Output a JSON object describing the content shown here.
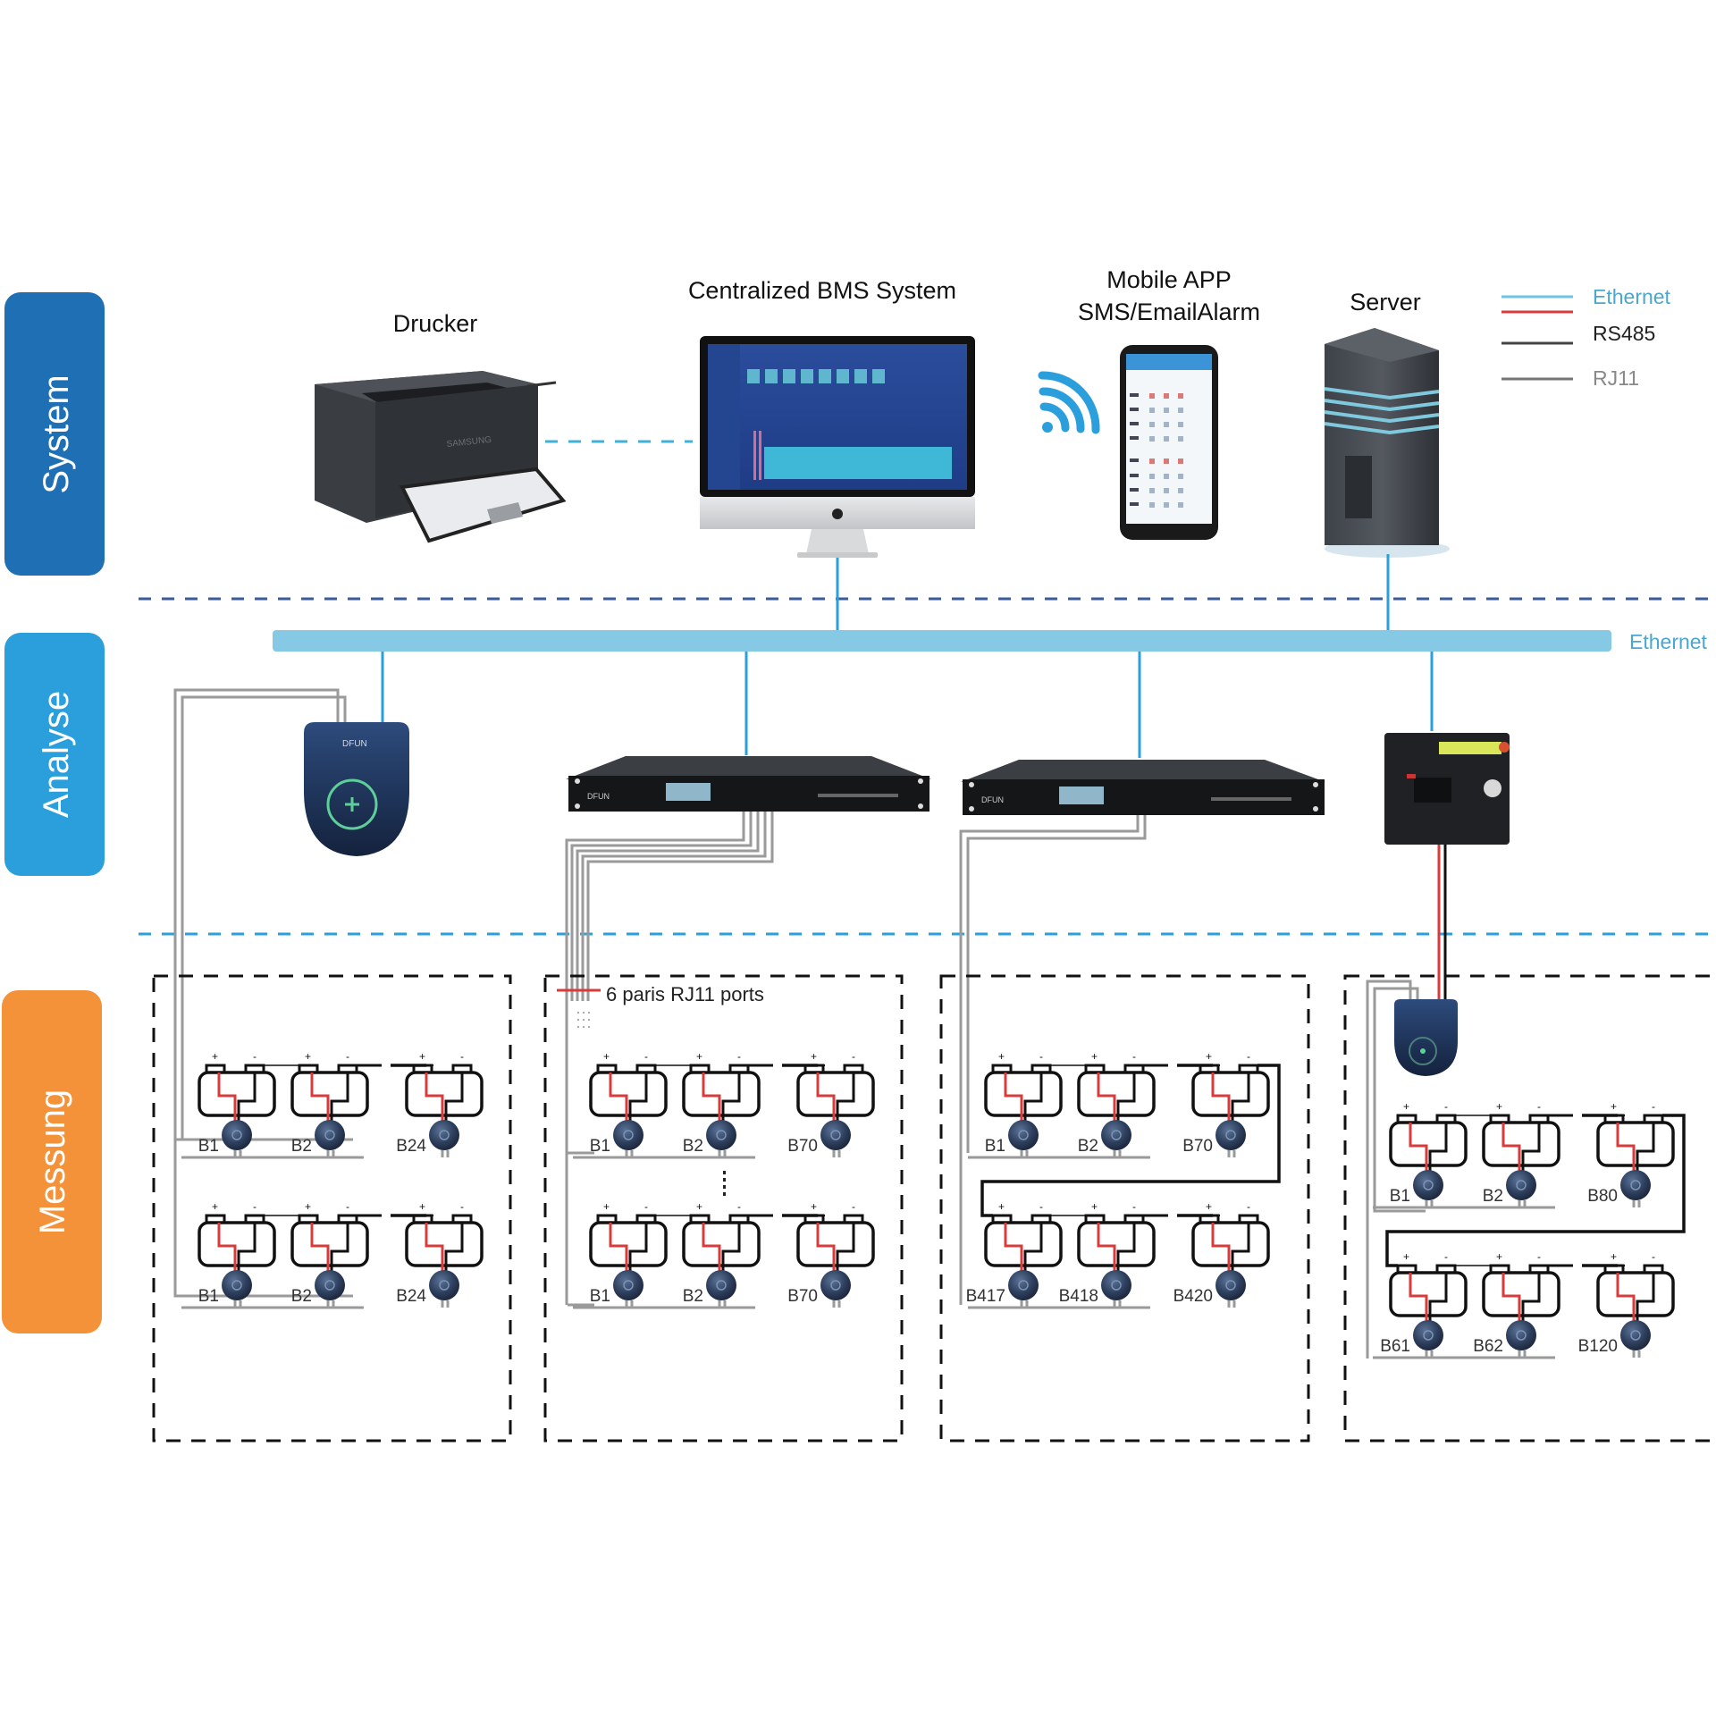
{
  "tiers": [
    {
      "id": "system",
      "label": "System",
      "color": "#1f6fb5"
    },
    {
      "id": "analyse",
      "label": "Analyse",
      "color": "#2a9fdb"
    },
    {
      "id": "messung",
      "label": "Messung",
      "color": "#f4923a"
    }
  ],
  "devices": {
    "printer": {
      "label": "Drucker",
      "brand": "SAMSUNG"
    },
    "bms": {
      "label": "Centralized BMS System"
    },
    "mobile": {
      "label_line1": "Mobile APP",
      "label_line2": "SMS/EmailAlarm"
    },
    "server": {
      "label": "Server"
    }
  },
  "legend": [
    {
      "label": "Ethernet",
      "color": "#6cc3e3",
      "text_color": "#4aa7cf"
    },
    {
      "label": "RS485",
      "color": "#d93b3b",
      "text_color": "#222222"
    },
    {
      "label": "RJ11",
      "color": "#555555",
      "text_color": "#888888"
    }
  ],
  "bus": {
    "label": "Ethernet",
    "color": "#86c9e4",
    "text_color": "#4aa7cf"
  },
  "colors": {
    "separator": "#2a9fdb",
    "system_separator": "#3a5a9a",
    "rj11": "#9a9a9a",
    "rs485": "#d93b3b",
    "battery": "#111111",
    "sensor": "#2d3e5c"
  },
  "groups": [
    {
      "id": "group-1",
      "rows": [
        {
          "labels": [
            "B1",
            "B2",
            "B24"
          ]
        },
        {
          "labels": [
            "B1",
            "B2",
            "B24"
          ]
        }
      ]
    },
    {
      "id": "group-2",
      "note": "6 paris RJ11 ports",
      "rows": [
        {
          "labels": [
            "B1",
            "B2",
            "B70"
          ]
        },
        {
          "labels": [
            "B1",
            "B2",
            "B70"
          ]
        }
      ]
    },
    {
      "id": "group-3",
      "rows": [
        {
          "labels": [
            "B1",
            "B2",
            "B70"
          ]
        },
        {
          "labels": [
            "B417",
            "B418",
            "B420"
          ]
        }
      ]
    },
    {
      "id": "group-4",
      "rows": [
        {
          "labels": [
            "B1",
            "B2",
            "B80"
          ]
        },
        {
          "labels": [
            "B61",
            "B62",
            "B120"
          ]
        }
      ]
    }
  ],
  "battery_terminals": {
    "plus": "+",
    "minus": "-"
  }
}
